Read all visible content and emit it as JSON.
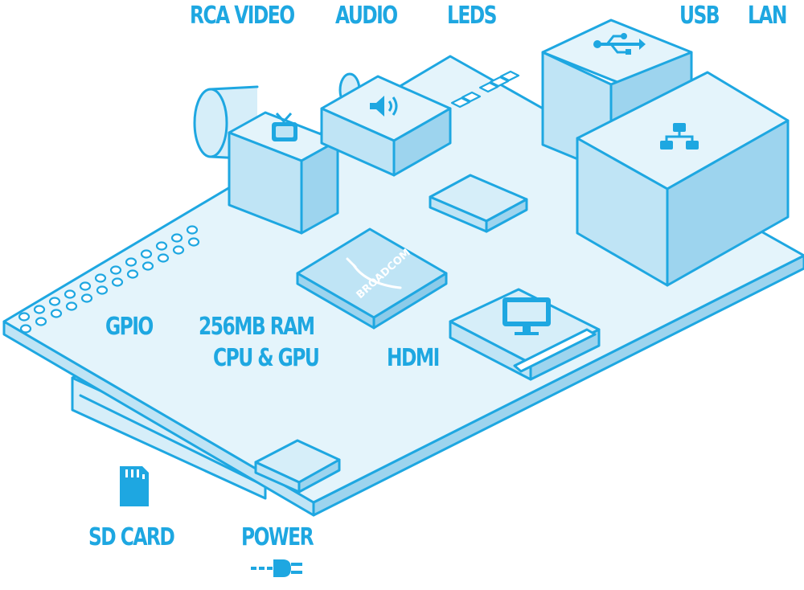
{
  "colors": {
    "stroke": "#1ea7e1",
    "board": "#e4f4fb",
    "face_light": "#d6eef9",
    "face_mid": "#bfe4f5",
    "face_dark": "#9dd4ee",
    "label": "#1ea7e1"
  },
  "labels": {
    "rca_video": "RCA VIDEO",
    "audio": "AUDIO",
    "leds": "LEDS",
    "usb": "USB",
    "lan": "LAN",
    "gpio": "GPIO",
    "ram_line1": "256MB RAM",
    "ram_line2": "CPU & GPU",
    "hdmi": "HDMI",
    "sd_card": "SD CARD",
    "power": "POWER",
    "chip_brand": "BROADCOM"
  },
  "icons": {
    "rca": "tv-icon",
    "audio": "speaker-icon",
    "usb": "usb-icon",
    "lan": "network-icon",
    "hdmi": "monitor-icon",
    "sd": "sd-card-icon",
    "power": "power-plug-icon"
  }
}
